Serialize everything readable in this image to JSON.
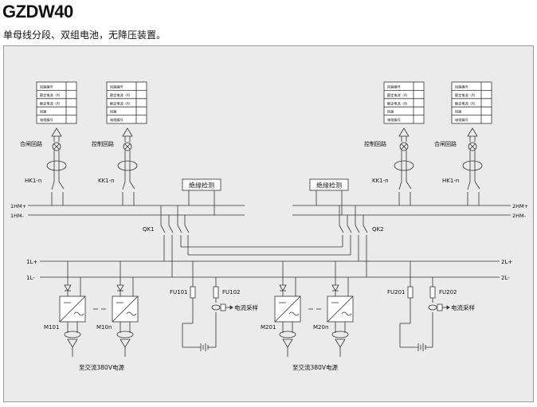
{
  "header": {
    "title": "GZDW40",
    "subtitle": "单母线分段、双组电池，无降压装置。"
  },
  "diagram": {
    "meter_panels": {
      "closing": [
        "回路编号",
        "额定电流（A）",
        "额定电流（A）",
        "回路",
        "电缆编号"
      ],
      "control": [
        "回路编号",
        "额定电流（A）",
        "额定电流（A）",
        "回路",
        "电缆编号"
      ]
    },
    "labels": {
      "closing_circuit": "合闸回路",
      "control_circuit": "控制回路",
      "hk1": "HK1-n",
      "kk1": "KK1-n",
      "insulation_monitor": "绝缘检测",
      "bus_1hm_plus": "1HM+",
      "bus_1hm_minus": "1HM-",
      "bus_2hm_plus": "2HM+",
      "bus_2hm_minus": "2HM-",
      "qk1": "QK1",
      "qk2": "QK2",
      "bus_1l_plus": "1L+",
      "bus_1l_minus": "1L-",
      "bus_2l_plus": "2L+",
      "bus_2l_minus": "2L-",
      "fu101": "FU101",
      "fu102": "FU102",
      "fu201": "FU201",
      "fu202": "FU202",
      "current_sampling": "电流采样",
      "m101": "M101",
      "m10n": "M10n",
      "m201": "M201",
      "m20n": "M20n",
      "ac_source": "至交流380V电源"
    }
  }
}
